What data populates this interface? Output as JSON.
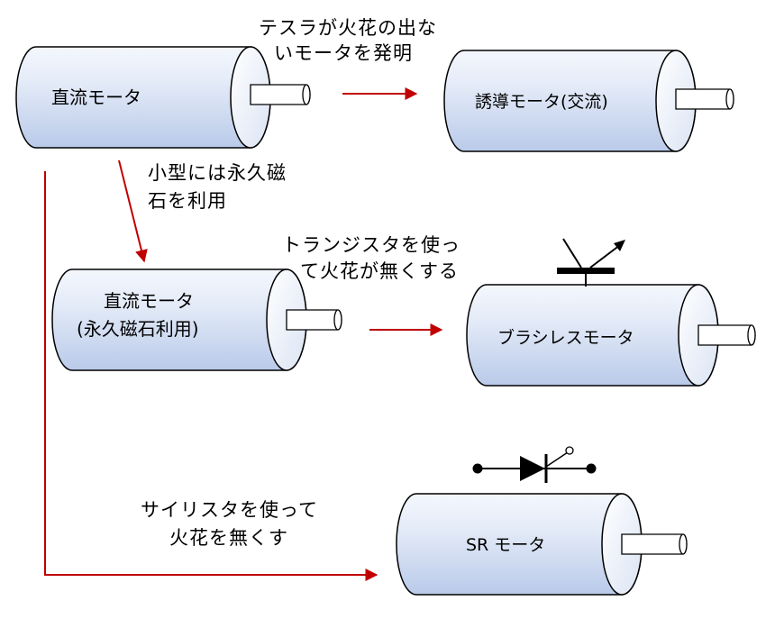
{
  "motors": {
    "dc": "直流モータ",
    "induction": "誘導モータ(交流)",
    "dc_pm_line1": "直流モータ",
    "dc_pm_line2": "(永久磁石利用)",
    "brushless": "ブラシレスモータ",
    "sr": "SR モータ"
  },
  "captions": {
    "tesla_line1": "テスラが火花の出な",
    "tesla_line2": "いモータを発明",
    "small_line1": "小型には永久磁",
    "small_line2": "石を利用",
    "transistor_line1": "トランジスタを使っ",
    "transistor_line2": "て火花が無くする",
    "thyristor_line1": "サイリスタを使って",
    "thyristor_line2": "火花を無くす"
  },
  "colors": {
    "motor_body_light": "#f4f7fd",
    "motor_body_dark": "#c5d3ee",
    "arrow": "#c00000",
    "outline": "#000000"
  },
  "icons": {
    "transistor": "transistor-symbol-icon",
    "thyristor": "thyristor-symbol-icon"
  }
}
